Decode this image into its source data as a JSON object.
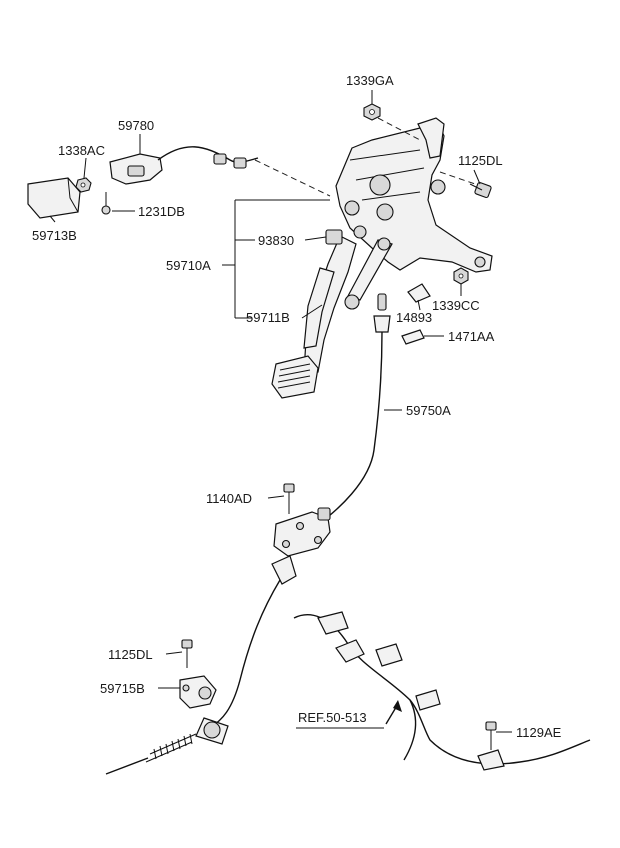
{
  "labels": {
    "p1339GA": "1339GA",
    "p59780": "59780",
    "p1338AC": "1338AC",
    "p1125DL_top": "1125DL",
    "p59713B": "59713B",
    "p1231DB": "1231DB",
    "p93830": "93830",
    "p59710A": "59710A",
    "p1339CC": "1339CC",
    "p14893": "14893",
    "p59711B": "59711B",
    "p1471AA": "1471AA",
    "p59750A": "59750A",
    "p1140AD": "1140AD",
    "p1125DL_bottom": "1125DL",
    "p59715B": "59715B",
    "ref": "REF.50-513",
    "p1129AE": "1129AE"
  }
}
